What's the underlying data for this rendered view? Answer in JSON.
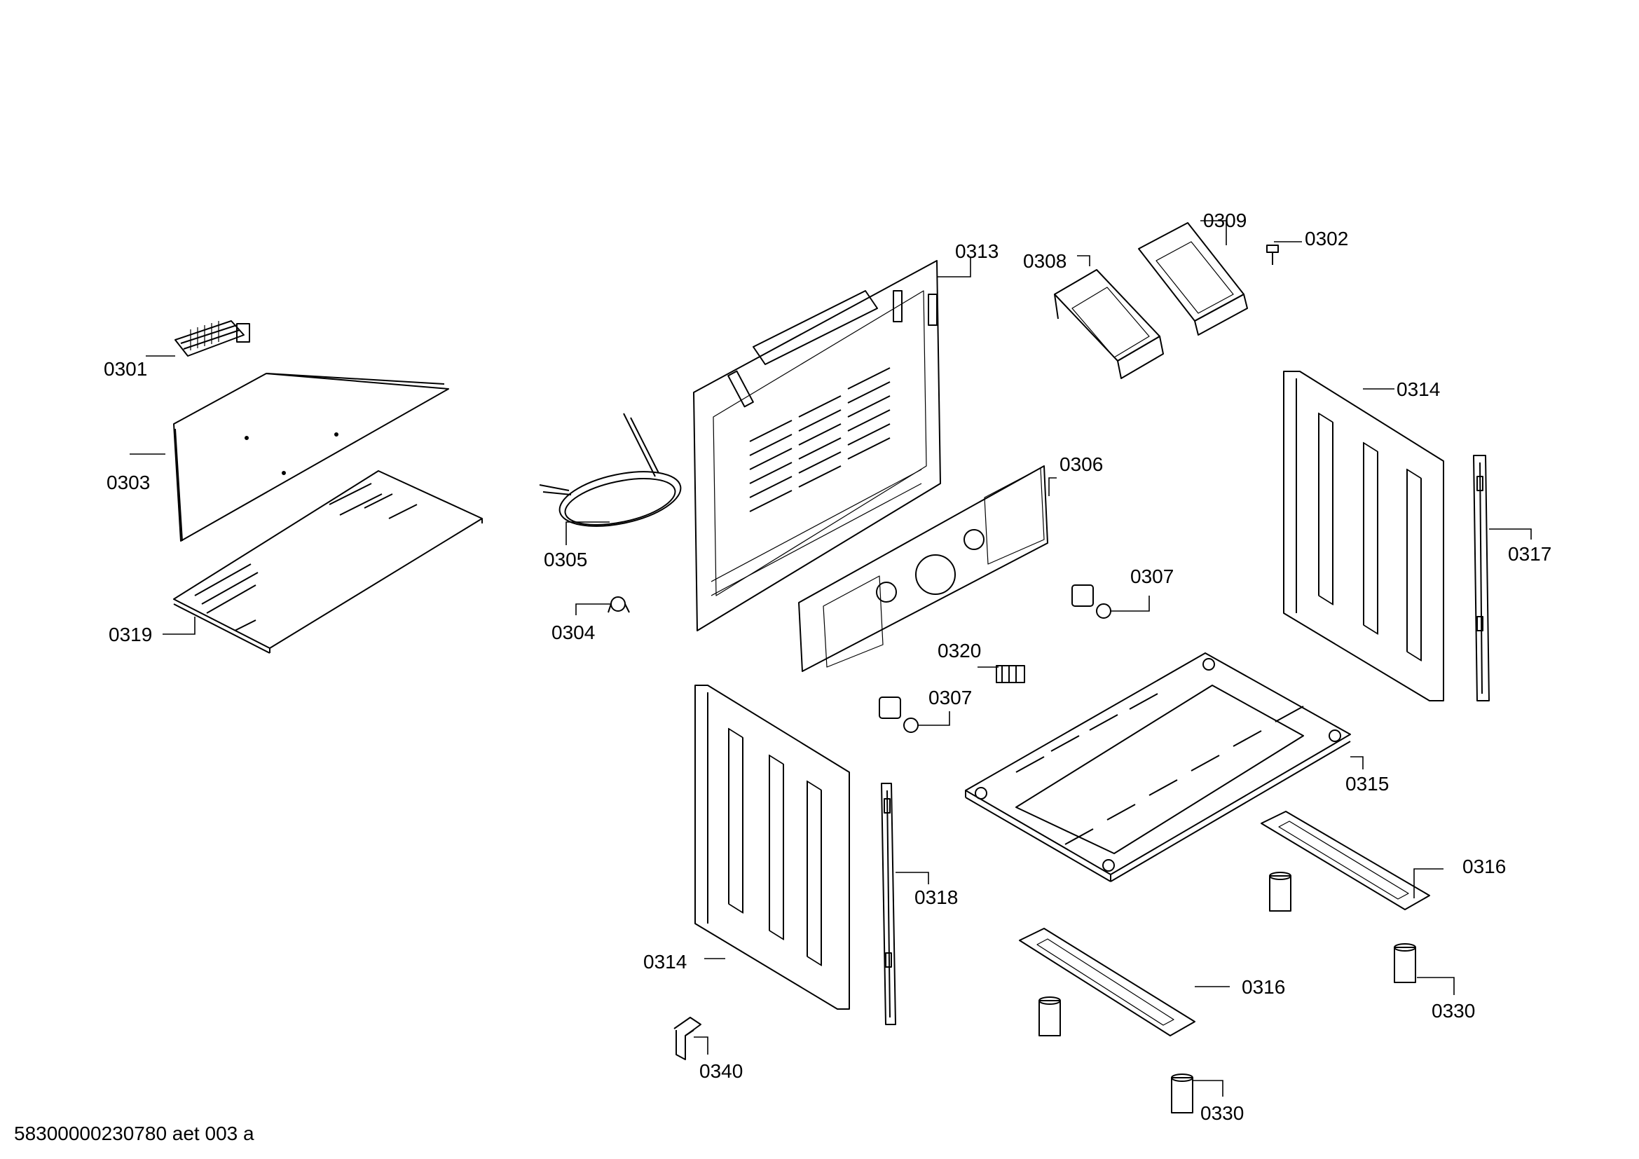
{
  "labels": {
    "l0301": "0301",
    "l0303": "0303",
    "l0319": "0319",
    "l0305": "0305",
    "l0304": "0304",
    "l0313": "0313",
    "l0308": "0308",
    "l0309": "0309",
    "l0302": "0302",
    "l0314a": "0314",
    "l0317": "0317",
    "l0306": "0306",
    "l0307a": "0307",
    "l0320": "0320",
    "l0307b": "0307",
    "l0315": "0315",
    "l0316a": "0316",
    "l0318": "0318",
    "l0314b": "0314",
    "l0316b": "0316",
    "l0330a": "0330",
    "l0330b": "0330",
    "l0340": "0340"
  },
  "footer": "58300000230780 aet 003 a"
}
